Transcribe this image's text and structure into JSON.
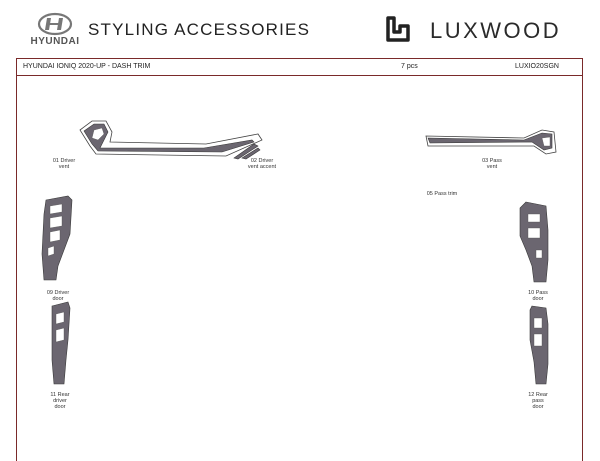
{
  "header": {
    "brand_left": "HYUNDAI",
    "title": "STYLING ACCESSORIES",
    "brand_right": "LUXWOOD"
  },
  "subbar": {
    "model": "HYUNDAI IONIQ 2020-UP - DASH TRIM",
    "pieces": "7 pcs",
    "code": "LUXIO20SGN"
  },
  "parts": [
    {
      "line1": "01 Driver",
      "line2": "vent"
    },
    {
      "line1": "02 Driver",
      "line2": "vent accent"
    },
    {
      "line1": "03 Pass",
      "line2": "vent"
    },
    {
      "line1": "05 Pass trim",
      "line2": ""
    },
    {
      "line1": "09 Driver",
      "line2": "door"
    },
    {
      "line1": "10 Pass",
      "line2": "door"
    },
    {
      "line1": "11 Rear",
      "line2": "driver",
      "line3": "door"
    },
    {
      "line1": "12 Rear",
      "line2": "pass",
      "line3": "door"
    }
  ],
  "colors": {
    "frame": "#7a2a2a",
    "trim": "#6b6670"
  }
}
